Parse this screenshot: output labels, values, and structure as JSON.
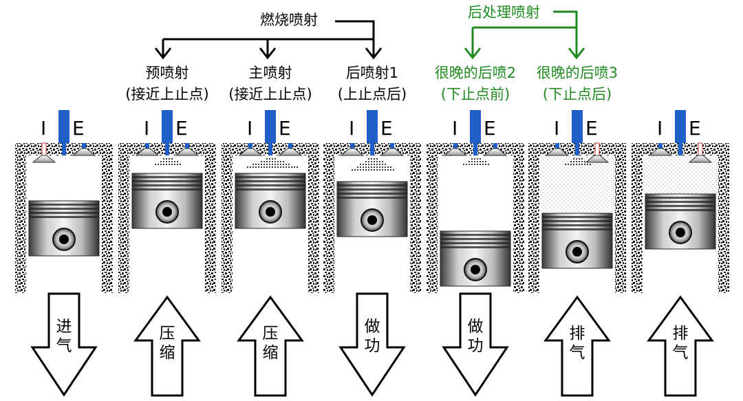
{
  "top_label_combustion": "燃烧喷射",
  "top_label_aftertreatment": "后处理喷射",
  "intake_label": "I",
  "exhaust_label": "E",
  "colors": {
    "injector": "#1e5fc8",
    "green": "#1f8a1f",
    "wall_pattern": "speckled"
  },
  "stages": [
    {
      "label1": "",
      "label2": "",
      "label_color": "black",
      "piston": "lower",
      "spray": "none",
      "valves": "intake-open",
      "arrow": "down",
      "stroke": [
        "进",
        "气"
      ]
    },
    {
      "label1": "预喷射",
      "label2": "(接近上止点)",
      "label_color": "black",
      "piston": "top",
      "spray": "pre",
      "valves": "closed",
      "arrow": "up",
      "stroke": [
        "压",
        "缩"
      ]
    },
    {
      "label1": "主喷射",
      "label2": "(接近上止点)",
      "label_color": "black",
      "piston": "top",
      "spray": "main",
      "valves": "closed",
      "arrow": "up",
      "stroke": [
        "压",
        "缩"
      ]
    },
    {
      "label1": "后喷射1",
      "label2": "(上止点后)",
      "label_color": "black",
      "piston": "near-top",
      "spray": "post",
      "valves": "closed",
      "arrow": "down",
      "stroke": [
        "做",
        "功"
      ]
    },
    {
      "label1": "很晚的后喷2",
      "label2": "(下止点前)",
      "label_color": "green",
      "piston": "bottom",
      "spray": "small",
      "valves": "closed",
      "arrow": "down",
      "stroke": [
        "做",
        "功"
      ]
    },
    {
      "label1": "很晚的后喷3",
      "label2": "(下止点后)",
      "label_color": "green",
      "piston": "rising",
      "spray": "small",
      "valves": "exhaust-open",
      "arrow": "up",
      "stroke": [
        "排",
        "气"
      ]
    },
    {
      "label1": "",
      "label2": "",
      "label_color": "black",
      "piston": "upper",
      "spray": "none",
      "valves": "exhaust-open",
      "arrow": "up",
      "stroke": [
        "排",
        "气"
      ]
    }
  ]
}
